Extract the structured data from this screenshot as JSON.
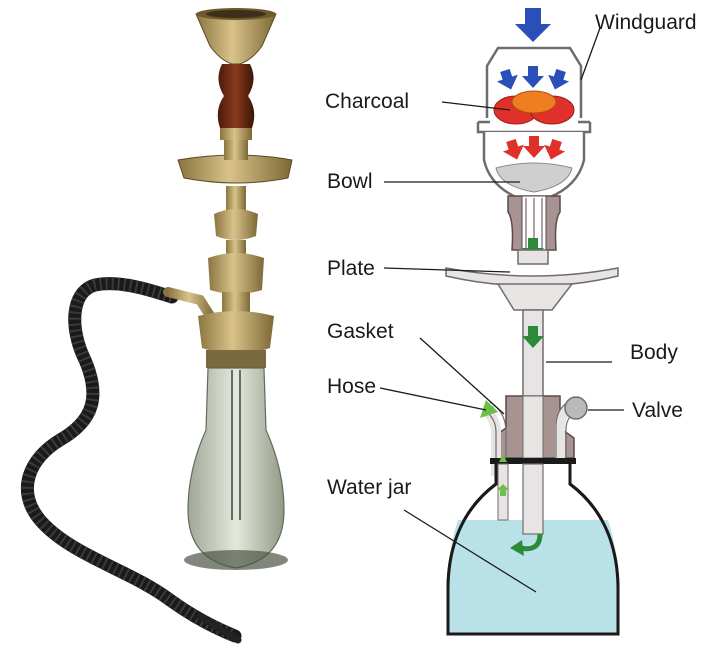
{
  "labels": {
    "windguard": "Windguard",
    "charcoal": "Charcoal",
    "bowl": "Bowl",
    "plate": "Plate",
    "gasket": "Gasket",
    "body": "Body",
    "hose": "Hose",
    "valve": "Valve",
    "water_jar": "Water jar"
  },
  "colors": {
    "brass": "#b59a5a",
    "brass_dark": "#7a6535",
    "wood": "#6b2a14",
    "glass": "#c9cfc0",
    "hose_rubber": "#1a1a1a",
    "stem_fill": "#e8e4e4",
    "stem_stroke": "#6d6d6d",
    "pipe_brown": "#a89393",
    "pipe_brown_dark": "#5a4a4a",
    "water": "#b8e2e8",
    "charcoal_red": "#e0302a",
    "charcoal_orange": "#ef7d22",
    "air_blue": "#2b4fb8",
    "hot_red": "#e0302a",
    "smoke_green": "#2c8a3a",
    "smoke_light_green": "#6cc04a",
    "valve_grey": "#b9b9b9"
  },
  "icons": {
    "air_in": "arrow-down-icon",
    "smoke_flow": "arrow-down-icon",
    "hose_exit": "arrow-up-icon",
    "bubble": "curved-arrow-icon"
  }
}
